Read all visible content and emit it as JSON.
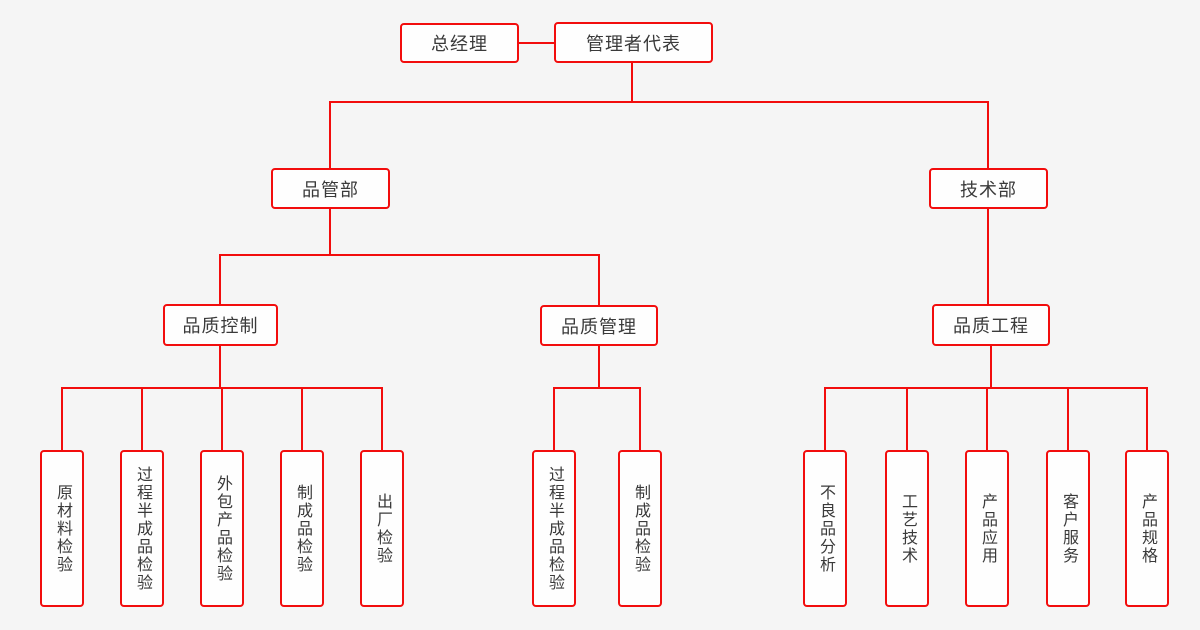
{
  "page": {
    "background_color": "#f5f5f5",
    "accent_color": "#f20d0d",
    "box_fill_color": "#fefefe",
    "text_color": "#3a3a3a"
  },
  "org_chart": {
    "type": "organization-tree",
    "nodes": {
      "general_manager": "总经理",
      "management_representative": "管理者代表",
      "quality_dept": "品管部",
      "tech_dept": "技术部",
      "quality_control": "品质控制",
      "quality_management": "品质管理",
      "quality_engineering": "品质工程"
    },
    "quality_control_children": [
      "原材料检验",
      "过程半成品检验",
      "外包产品检验",
      "制成品检验",
      "出厂检验"
    ],
    "quality_management_children": [
      "过程半成品检验",
      "制成品检验"
    ],
    "quality_engineering_children": [
      "不良品分析",
      "工艺技术",
      "产品应用",
      "客户服务",
      "产品规格"
    ]
  }
}
